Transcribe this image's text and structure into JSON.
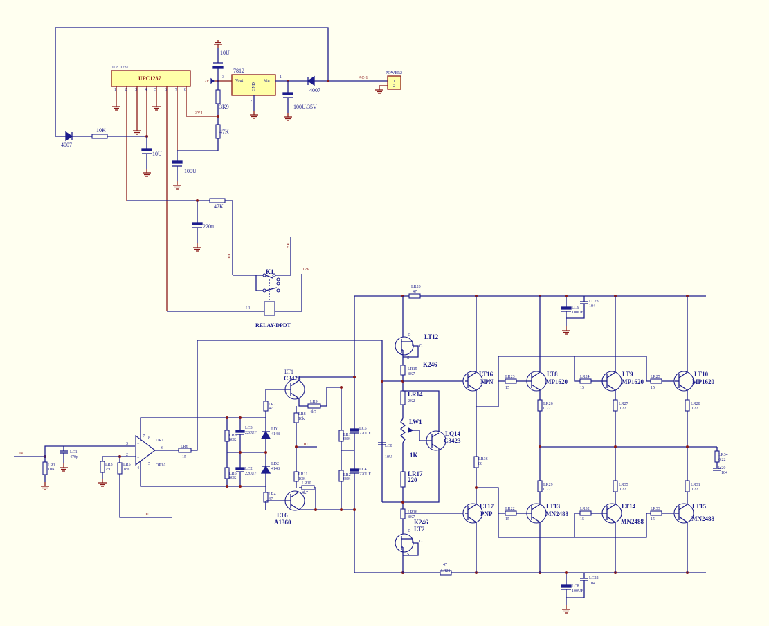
{
  "colors": {
    "wire": "#1c1c8c",
    "ground": "#8b1a1a",
    "ic_fill": "#ffffa8",
    "background": "#fffff0"
  },
  "labels": {
    "upc_top": "UPC1237",
    "upc_body": "UPC1237",
    "upc_pins": [
      "1",
      "2",
      "3",
      "4",
      "5",
      "6",
      "7",
      "8"
    ],
    "reg": "7812",
    "reg_vout": "Vout",
    "reg_vin": "Vin",
    "reg_gnd": "GND",
    "reg_pin3": "3",
    "reg_pin1": "1",
    "reg_pin2": "2",
    "v12_top": "12V",
    "c10u_top": "10U",
    "r3k9": "3K9",
    "r47k_top": "47K",
    "net_3v4": "3V4",
    "d_top": "4007",
    "d_left": "4007",
    "c100u35v": "100U/35V",
    "ac1": "AC-1",
    "power2": "POWER2",
    "conn1": "1",
    "conn2": "2",
    "r10k_top": "10K",
    "c10u_mid": "10U",
    "c100u_mid": "100U",
    "r47k_mid": "47K",
    "c220u": "220u",
    "net_out_vert": "OUT",
    "net_sp": "SP",
    "k1": "K1",
    "v12_relay": "12V",
    "l1": "L1",
    "relay": "RELAY-DPDT",
    "in": "IN",
    "lr1": "LR1",
    "lr1v": "10K",
    "lc1": "LC1",
    "lc1v": "470p",
    "lr3": "LR3",
    "lr3v": "750",
    "lr5": "LR5",
    "lr5v": "18K",
    "op_pin3": "3",
    "op_pin2": "2",
    "op_pin6": "6",
    "op_pin7": "7",
    "op_pin4": "4",
    "op_pin8": "8",
    "op_pin5": "5",
    "ur1": "UR1",
    "op1a": "OP1A",
    "out_bottom": "OUT",
    "lr6": "LR6",
    "lr6v": "15",
    "lr8": "LR8",
    "lr8v": "68K",
    "lr6b": "LR6",
    "lr6bv": "68K",
    "lc3": "LC3",
    "lc3v": "220UF",
    "lc2": "LC2",
    "lc2v": "220UF",
    "ld1": "LD1",
    "ld1v": "4148",
    "ld2": "LD2",
    "ld2v": "4148",
    "lr7": "LR7",
    "lr7v": "47",
    "lr4": "LR4",
    "lr4v": "47",
    "lt1": "LT1",
    "lt1v": "C3423",
    "lr9": "LR9",
    "lr9v": "4k7",
    "lr8b": "LR8",
    "lr8bv": "10k",
    "out_mid": "OUT",
    "lr11": "LR11",
    "lr11v": "10K",
    "lr10": "LR10",
    "lr10v": "4k7",
    "lt6": "LT6",
    "lt6v": "A1360",
    "lr1b": "LR1",
    "lr1bv": "68K",
    "lr2b": "LR2",
    "lr2bv": "68K",
    "lc5": "LC5",
    "lc5v": "220UF",
    "lc4": "LC4",
    "lc4v": "220UF",
    "lc0": "LC0",
    "lc0v": "10U",
    "lr20": "LR20",
    "lr20v": "47",
    "lt12": "LT12",
    "k246a": "K246",
    "lr15": "LR15",
    "lr15v": "8K7",
    "lr14": "LR14",
    "lr14v": "2K2",
    "lw1": "LW1",
    "lw1v": "1K",
    "lq14": "LQ14",
    "lq14v": "C3423",
    "lr17": "LR17",
    "lr17v": "220",
    "lr16": "LR16",
    "lr16v": "8K7",
    "k246b": "K246",
    "lt2": "LT2",
    "lr21": "LR21",
    "lr21v": "47",
    "lt16": "LT16",
    "lt16v": "NPN",
    "lt17": "LT17",
    "lt17v": "PNP",
    "lr36": "LR36",
    "lr36v": "68",
    "lr23": "LR23",
    "lr23v": "15",
    "lr22": "LR22",
    "lr22v": "15",
    "lt8": "LT8",
    "lt8v": "MP1620",
    "lt9": "LT9",
    "lt9v": "MP1620",
    "lt10": "LT10",
    "lt10v": "MP1620",
    "lr24": "LR24",
    "lr24v": "15",
    "lr25": "LR25",
    "lr25v": "15",
    "lr26": "LR26",
    "lr26v": "0.22",
    "lr27": "LR27",
    "lr27v": "0.22",
    "lr28": "LR28",
    "lr28v": "0.22",
    "lt13": "LT13",
    "lt13v": "MN2488",
    "lt14": "LT14",
    "lt14v": "MN2488",
    "lt15": "LT15",
    "lt15v": "MN2488",
    "lr32": "LR32",
    "lr32v": "15",
    "lr33": "LR33",
    "lr33v": "15",
    "lr29": "LR29",
    "lr29v": "0.22",
    "lr35": "LR35",
    "lr35v": "0.22",
    "lr31": "LR31",
    "lr31v": "0.22",
    "lc9": "LC9",
    "lc9v": "100UF",
    "lc23": "LC23",
    "lc23v": "104",
    "lc8": "LC8",
    "lc8v": "100UF",
    "lc22": "LC22",
    "lc22v": "104",
    "lr34": "LR34",
    "lr34v": "0.22",
    "lc20": "lc20",
    "lc20v": "104"
  }
}
